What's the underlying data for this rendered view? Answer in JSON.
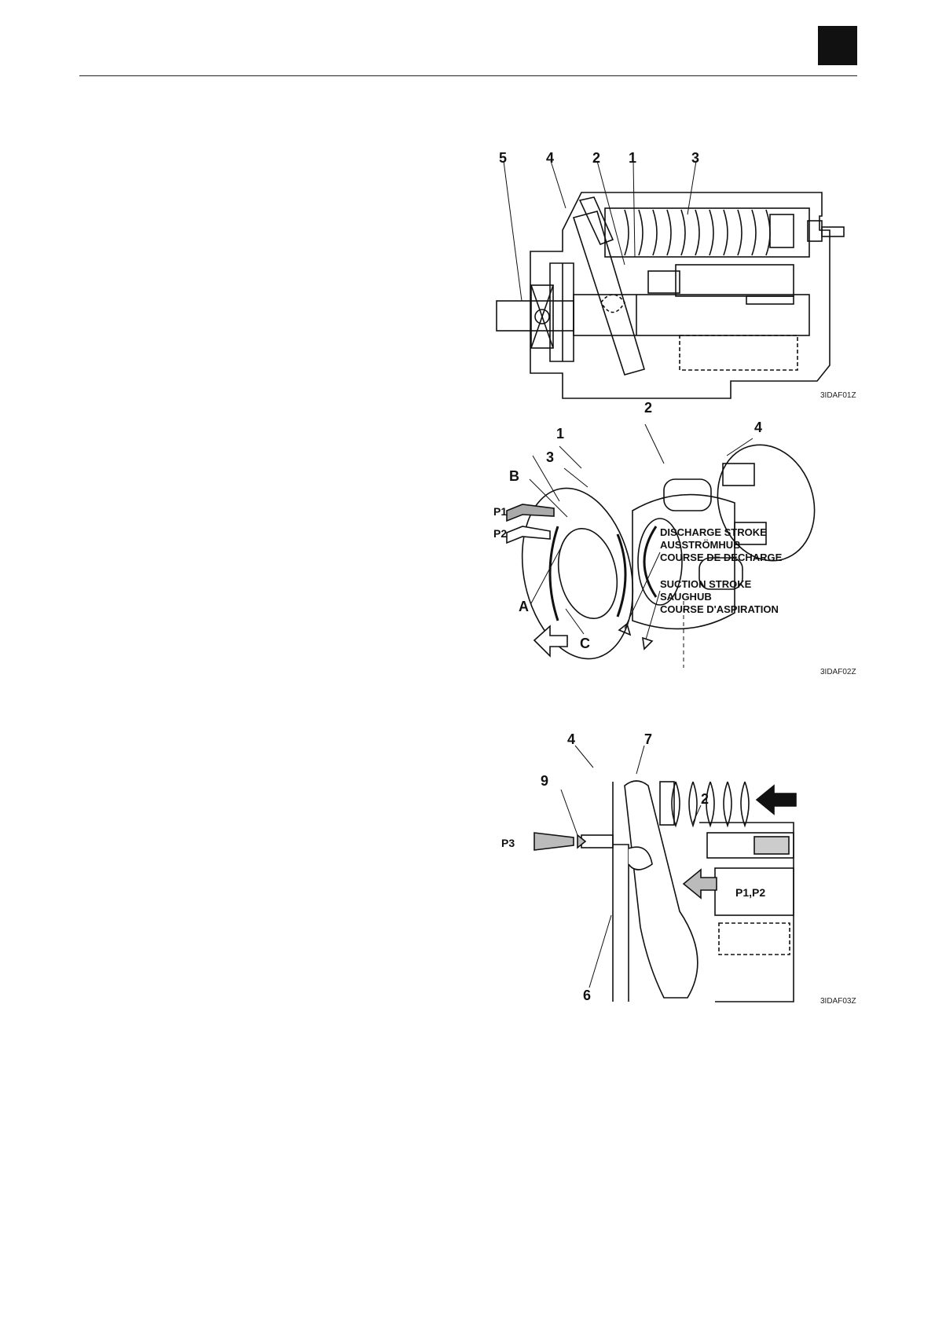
{
  "page": {
    "figures": [
      {
        "code": "3IDAF01Z",
        "callouts": [
          "5",
          "4",
          "2",
          "1",
          "3"
        ]
      },
      {
        "code": "3IDAF02Z",
        "callouts": [
          "2",
          "1",
          "4",
          "3"
        ],
        "letters": [
          "B",
          "A",
          "C"
        ],
        "pressures": [
          "P1",
          "P2"
        ],
        "discharge": [
          "DISCHARGE STROKE",
          "AUSSTRÖMHUB",
          "COURSE DE DECHARGE"
        ],
        "suction": [
          "SUCTION STROKE",
          "SAUGHUB",
          "COURSE D'ASPIRATION"
        ]
      },
      {
        "code": "3IDAF03Z",
        "callouts": [
          "4",
          "7",
          "9",
          "2",
          "6"
        ],
        "pressures": [
          "P3",
          "P1,P2"
        ]
      }
    ]
  }
}
